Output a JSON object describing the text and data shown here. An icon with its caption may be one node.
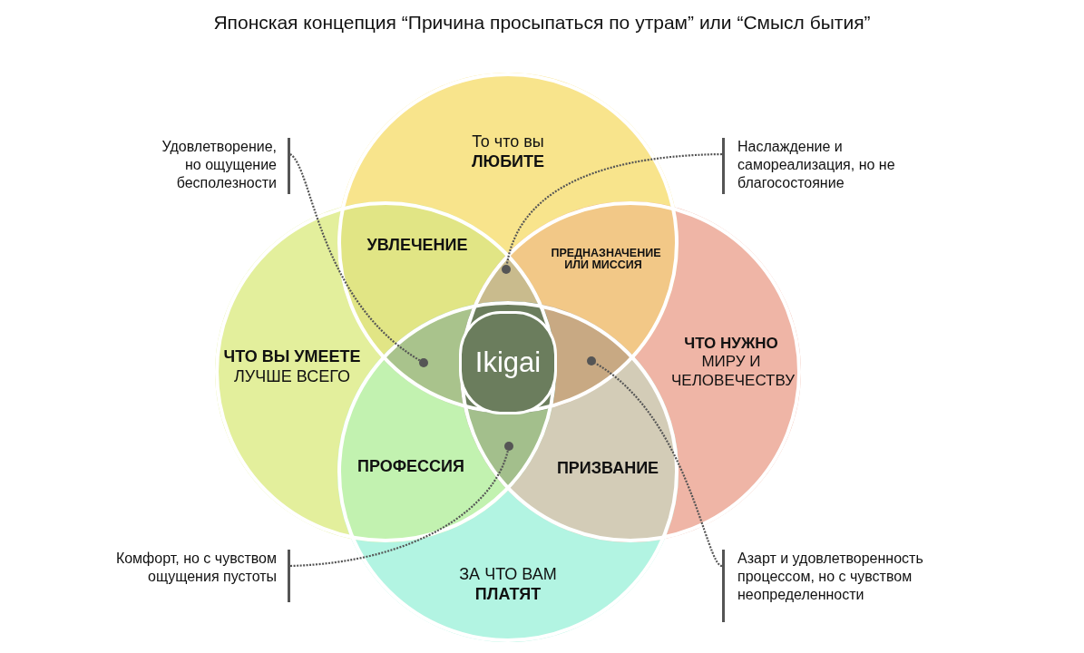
{
  "diagram": {
    "title": "Японская концепция “Причина просыпаться по утрам” или “Смысл бытия”",
    "nodes": [
      {
        "text": [
          "Удовлетворение, но ощущение бесполезности"
        ]
      },
      {
        "text": [
          "То что вы **ЛЮБИТЕ**"
        ]
      },
      {
        "text": [
          "Наслаждение и самореализация, но не благосостояние"
        ]
      },
      {
        "text": [
          "**ЧТО ВЫ УМЕЕТЕ** ЛУЧШЕ ВСЕГО"
        ]
      },
      {
        "text": [
          "УВЛЕЧЕНИЕ"
        ]
      },
      {
        "text": [
          "ПРЕДНАЗНАЧЕНИЕ ИЛИ МИССИЯ"
        ]
      },
      {
        "text": [
          "**ЧТО НУЖНО** МИРУ И ЧЕЛОВЕЧЕСТВУ"
        ]
      },
      {
        "text": [
          "Ikigai"
        ]
      },
      {
        "text": [
          "ПРОФЕССИЯ"
        ]
      },
      {
        "text": [
          "ПРИЗВАНИЕ"
        ]
      },
      {
        "text": [
          "ЗА ЧТО ВАМ **ПЛАТЯТ**"
        ]
      },
      {
        "text": [
          "Комфорт, но с чувством ощущения пустоты"
        ]
      },
      {
        "text": [
          "Азарт и удовлетворенность процессом, но с чувством неопределенности"
        ]
      },
      {
        "text": [],
        "shape": "circle"
      },
      {
        "text": [],
        "shape": "circle"
      },
      {
        "text": [],
        "shape": "circle"
      },
      {
        "text": [],
        "shape": "circle"
      }
    ],
    "edges": [
      {
        "from": 0,
        "to": 14,
        "arrow": "none",
        "style": "dashed"
      },
      {
        "from": 2,
        "to": 13,
        "arrow": "none",
        "style": "dashed"
      },
      {
        "from": 11,
        "to": 16,
        "arrow": "none",
        "style": "dashed"
      },
      {
        "from": 12,
        "to": 15,
        "arrow": "none",
        "style": "dashed"
      }
    ]
  }
}
